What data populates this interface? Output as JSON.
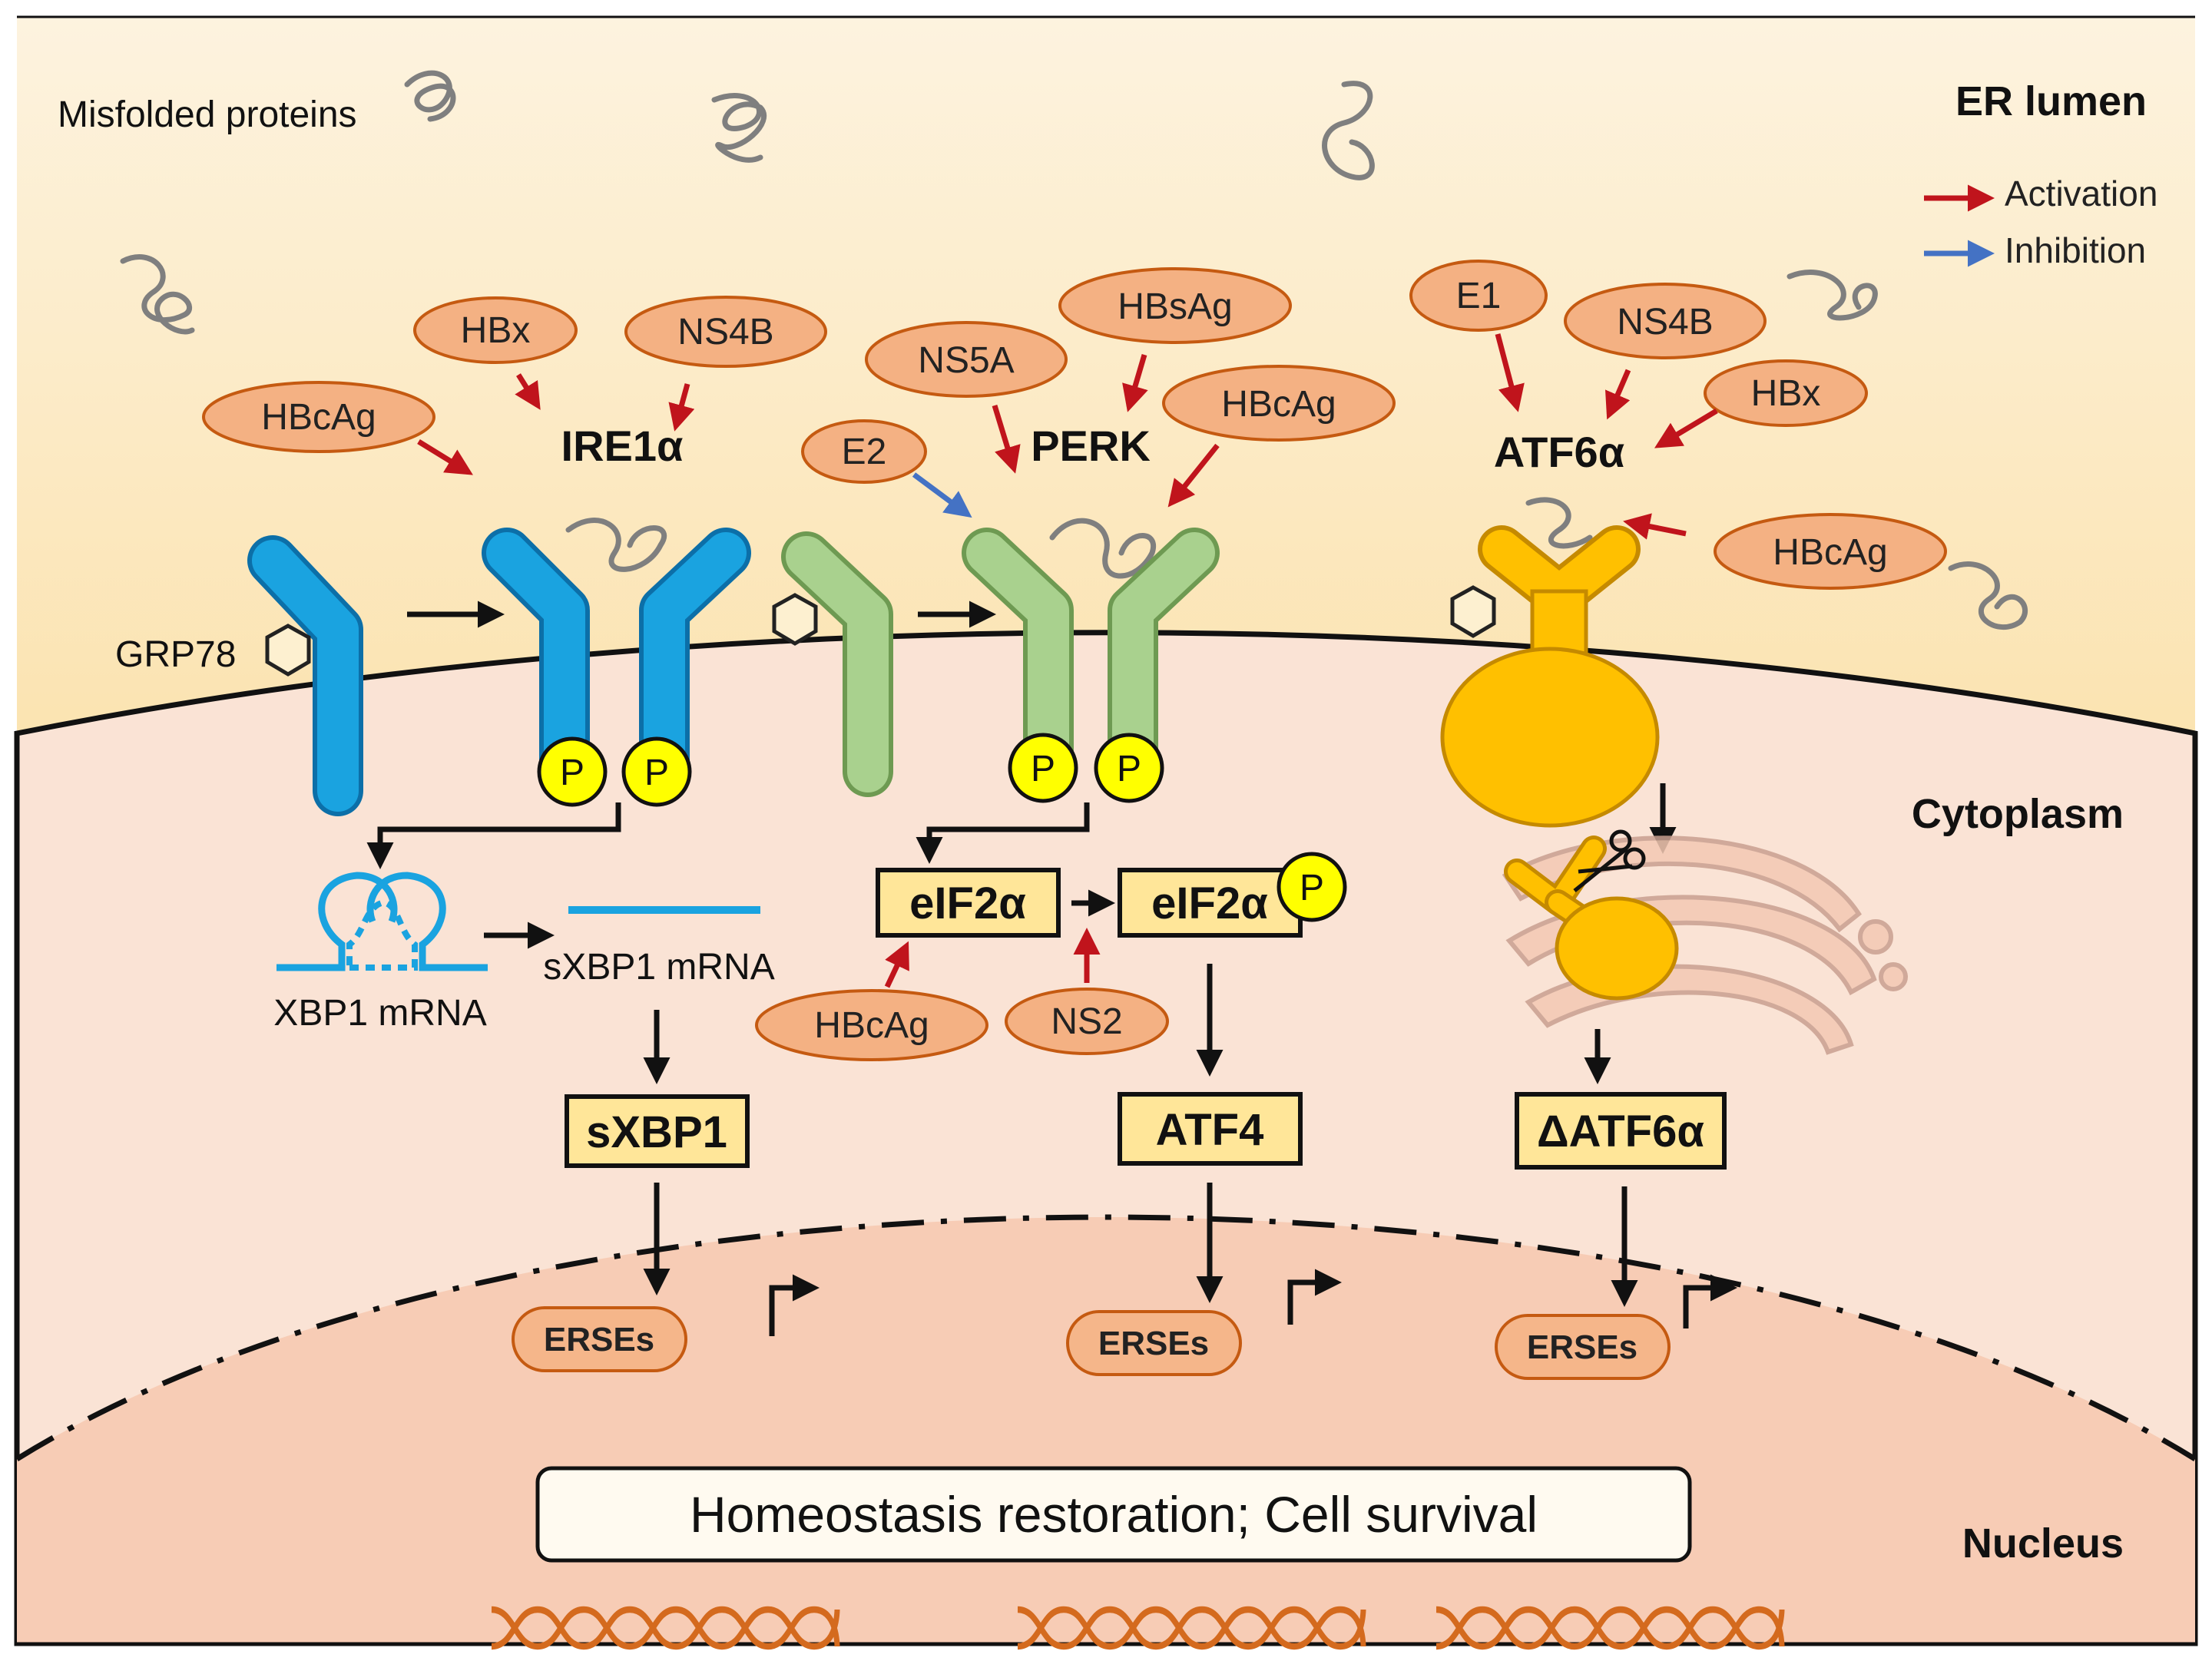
{
  "regions": {
    "er_lumen": "ER lumen",
    "cytoplasm": "Cytoplasm",
    "nucleus": "Nucleus"
  },
  "labels": {
    "misfolded_proteins": "Misfolded proteins",
    "grp78": "GRP78",
    "xbp1_mrna": "XBP1 mRNA",
    "sxbp1_mrna": "sXBP1 mRNA",
    "phospho": "P"
  },
  "legend": {
    "activation": "Activation",
    "inhibition": "Inhibition",
    "activation_color": "#c0141c",
    "inhibition_color": "#4472c4"
  },
  "sensors": {
    "ire1a": "IRE1α",
    "perk": "PERK",
    "atf6a": "ATF6α"
  },
  "viral_proteins": {
    "ire1_hbx": "HBx",
    "ire1_ns4b": "NS4B",
    "ire1_hbcag": "HBcAg",
    "perk_ns5a": "NS5A",
    "perk_hbsag": "HBsAg",
    "perk_hbcag": "HBcAg",
    "perk_e2": "E2",
    "atf6_e1": "E1",
    "atf6_ns4b": "NS4B",
    "atf6_hbx": "HBx",
    "atf6_hbcag": "HBcAg",
    "eif2_hbcag": "HBcAg",
    "eif2_ns2": "NS2"
  },
  "boxes": {
    "eif2a": "eIF2α",
    "eif2a_p": "eIF2α",
    "sxbp1": "sXBP1",
    "atf4": "ATF4",
    "datf6a": "ΔATF6α"
  },
  "erses": {
    "left": "ERSEs",
    "middle": "ERSEs",
    "right": "ERSEs"
  },
  "outcome": "Homeostasis restoration; Cell survival",
  "colors": {
    "ire1": "#1aa3e0",
    "perk": "#a9d18e",
    "atf6": "#ffc000",
    "viral": "#f4b183",
    "viral_stroke": "#c55a11",
    "phospho": "#ffff00",
    "box_fill": "#ffe699",
    "dna": "#d46a1e"
  }
}
